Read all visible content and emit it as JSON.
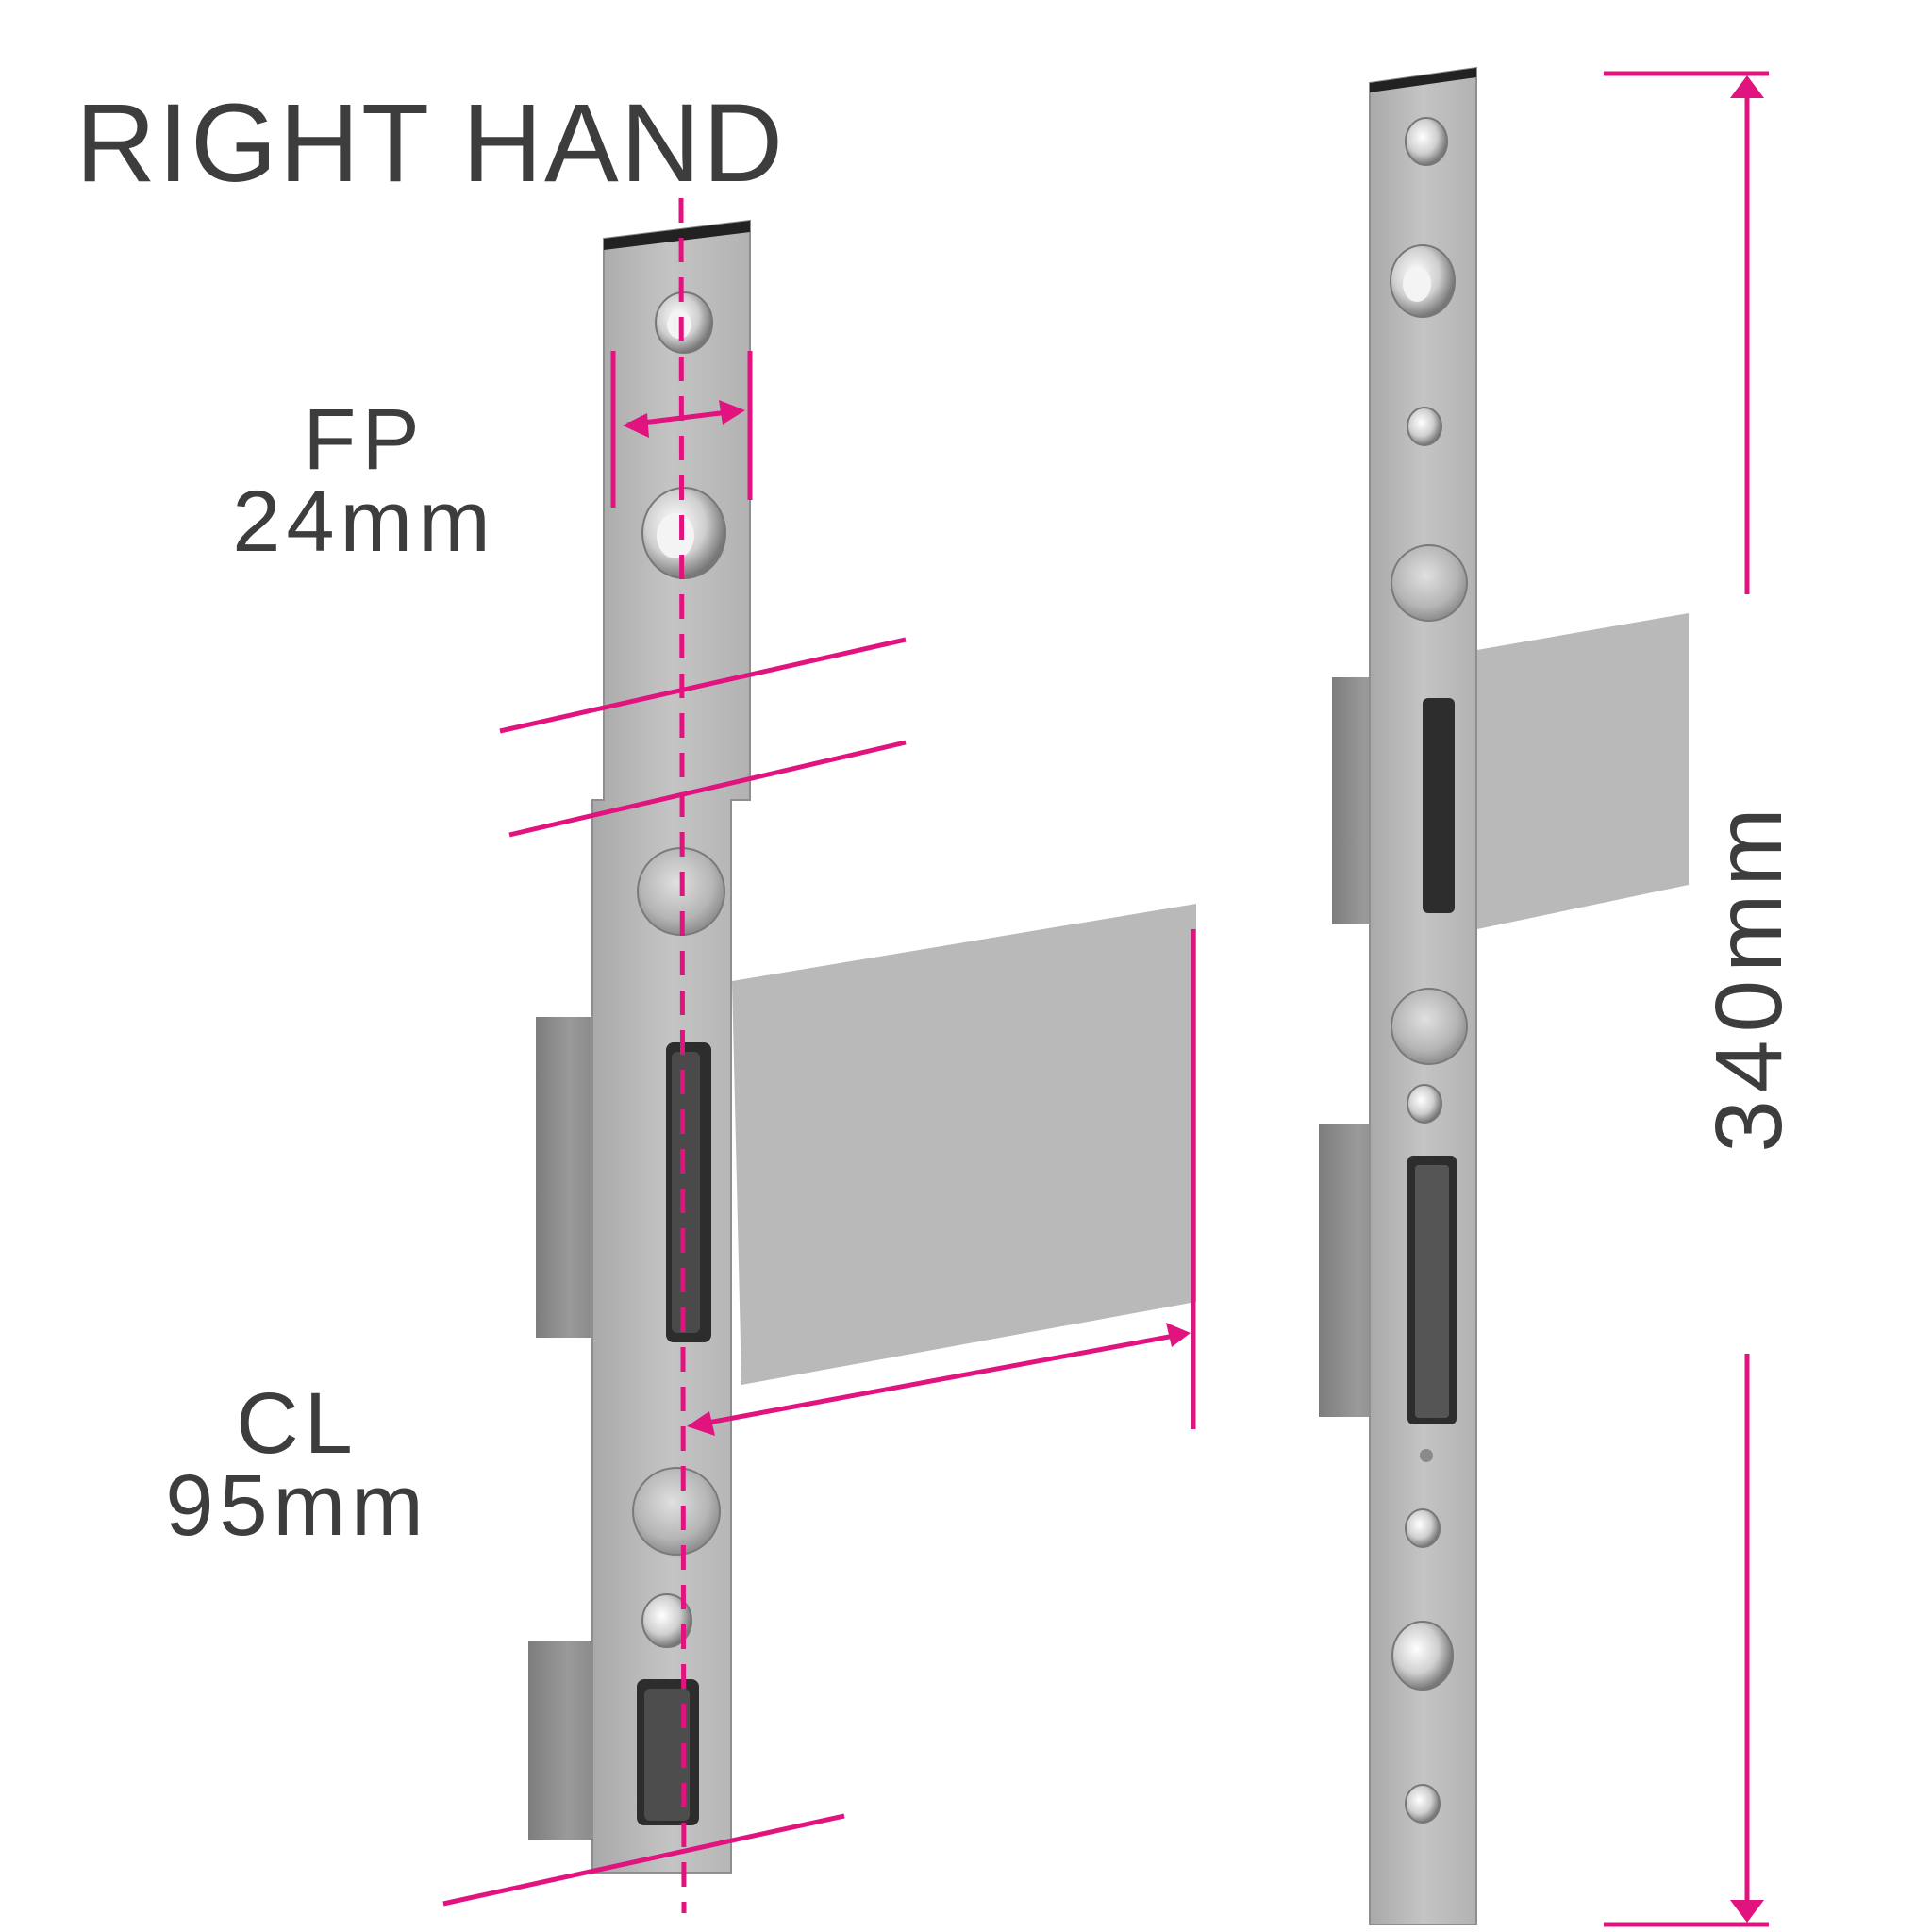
{
  "title": "RIGHT HAND",
  "dimensions": {
    "fp_label": "FP",
    "fp_value": "24mm",
    "cl_label": "CL",
    "cl_value": "95mm",
    "length_value": "340mm"
  },
  "colors": {
    "accent": "#e0137f",
    "steel": "#b8b8b8",
    "text": "#3d3d3d"
  }
}
